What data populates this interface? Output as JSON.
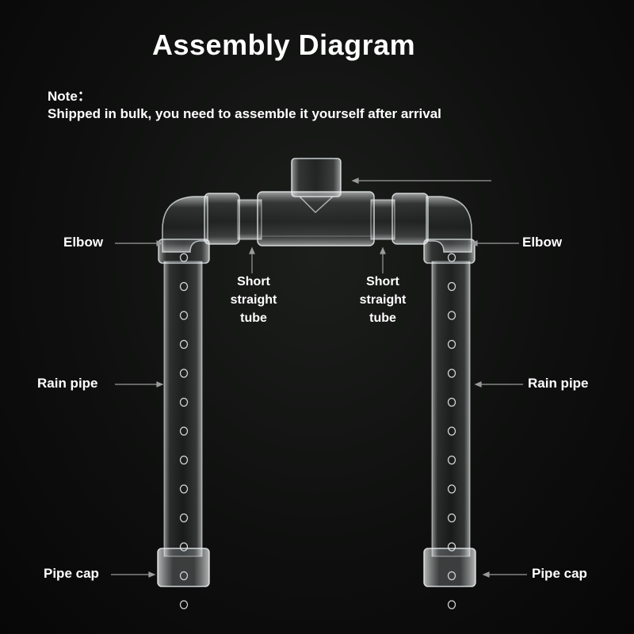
{
  "title": "Assembly Diagram",
  "note": {
    "label": "Note：",
    "text": "Shipped in bulk, you need to assemble it yourself after arrival"
  },
  "labels": {
    "elbow_left": "Elbow",
    "elbow_right": "Elbow",
    "short_tube_left": [
      "Short",
      "straight",
      "tube"
    ],
    "short_tube_right": [
      "Short",
      "straight",
      "tube"
    ],
    "rain_pipe_left": "Rain pipe",
    "rain_pipe_right": "Rain pipe",
    "pipe_cap_left": "Pipe cap",
    "pipe_cap_right": "Pipe cap"
  },
  "colors": {
    "background": "#0e0f0e",
    "text": "#ffffff",
    "pointer": "#9a9a9a",
    "acrylic": "#d8dde0"
  },
  "holes_per_pipe": 13
}
